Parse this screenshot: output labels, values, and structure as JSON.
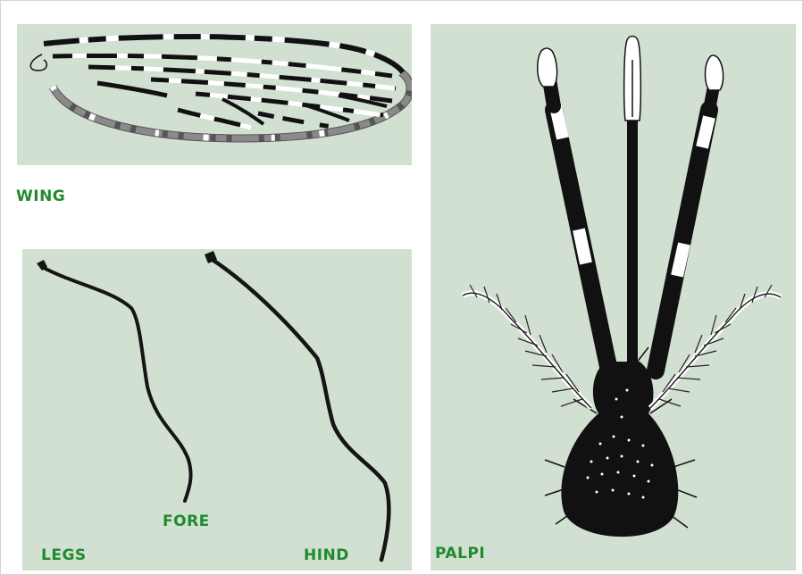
{
  "labels": {
    "wing": "WING",
    "legs": "LEGS",
    "fore": "FORE",
    "hind": "HIND",
    "palpi": "PALPI"
  },
  "colors": {
    "panel_background": "#d2e0d2",
    "label_text": "#1f8a2e",
    "ink": "#111111",
    "highlight": "#ffffff"
  }
}
